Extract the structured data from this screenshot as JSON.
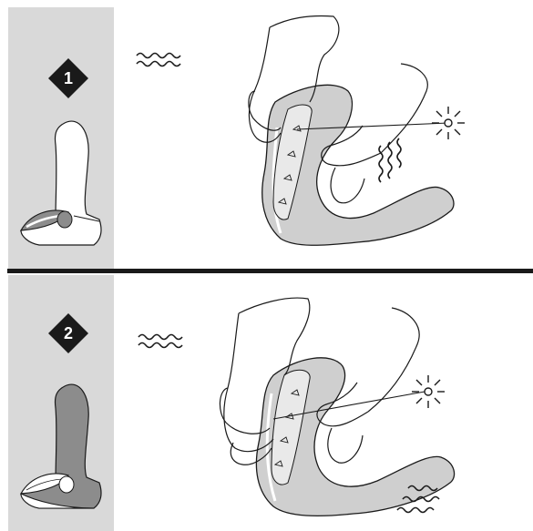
{
  "steps": [
    {
      "number": "1",
      "device_icon": "device-toy-icon",
      "highlight": "clitoral-arm",
      "vibration_icon": "wavy-lines-icon",
      "button_icon": "sun-button-icon"
    },
    {
      "number": "2",
      "device_icon": "device-toy-icon",
      "highlight": "insertable-shaft",
      "vibration_icon": "wavy-lines-icon",
      "button_icon": "sun-button-icon"
    }
  ],
  "colors": {
    "sidebar": "#d9d9d9",
    "device": "#cfcfcf",
    "highlight": "#8c8c8c",
    "ink": "#1a1a1a",
    "divider": "#1a1a1a"
  }
}
